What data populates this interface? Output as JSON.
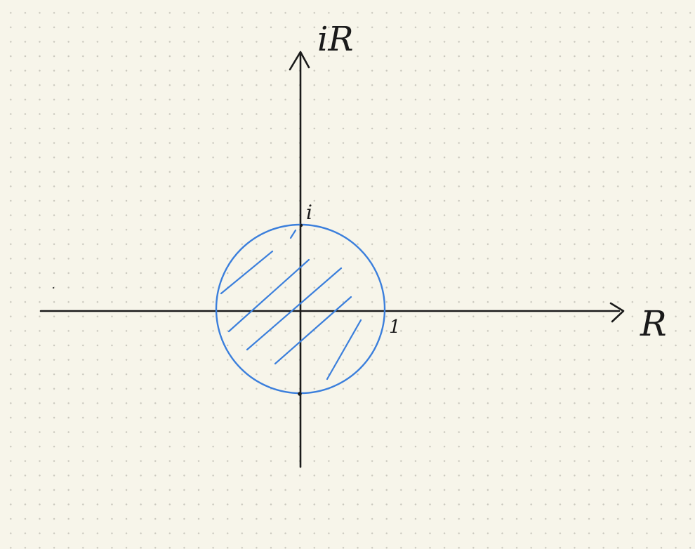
{
  "diagram": {
    "axis_labels": {
      "real": "R",
      "imaginary": "iR"
    },
    "point_labels": {
      "one": "1",
      "i": "i"
    },
    "colors": {
      "ink": "#1a1a1a",
      "disk": "#3b7fdc",
      "paper": "#f7f5ea",
      "grid_dots": "#c9c7bd"
    }
  }
}
